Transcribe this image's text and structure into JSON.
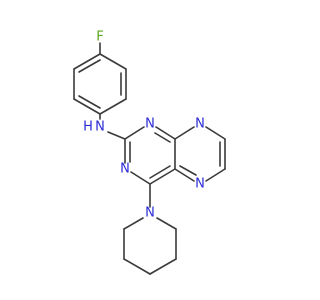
{
  "molecule": {
    "atoms": {
      "F": "F",
      "NH": "N",
      "H": "H",
      "N1": "N",
      "N3": "N",
      "N5": "N",
      "N8": "N",
      "Npip": "N"
    },
    "colors": {
      "bond": "#3a3a3a",
      "nitrogen": "#2b2bd6",
      "fluorine": "#5aa51a"
    }
  }
}
